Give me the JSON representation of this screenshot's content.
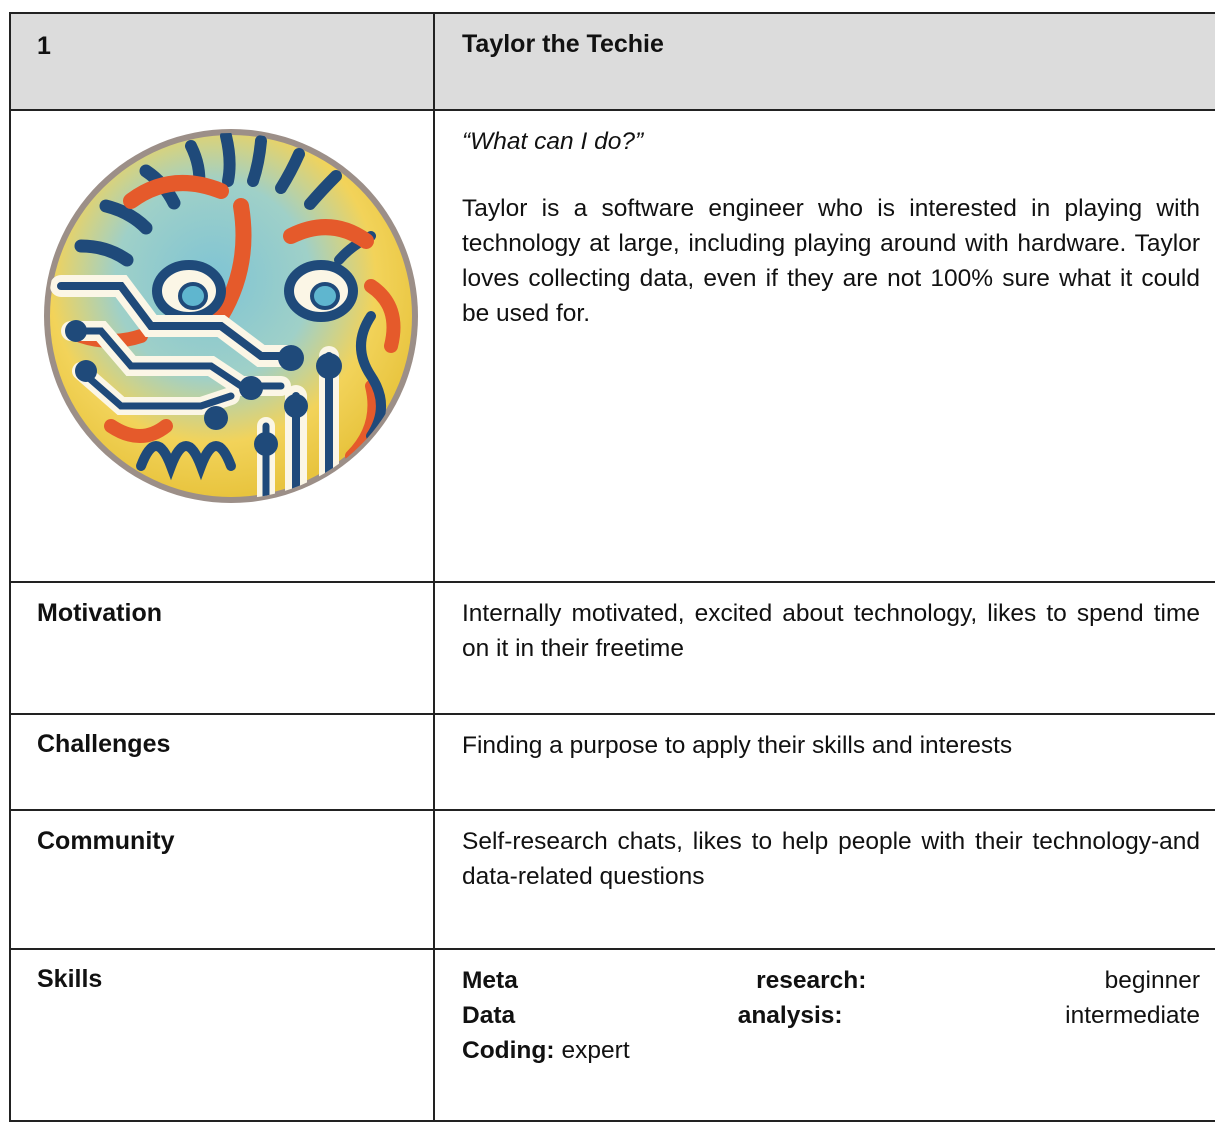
{
  "header": {
    "number": "1",
    "name": "Taylor the Techie"
  },
  "persona": {
    "quote": "“What can I do?”",
    "description": "Taylor is a software engineer who is interested in playing with technology at large, including playing around with hardware. Taylor loves collecting data, even if they are not 100% sure what it could be used for.",
    "avatar_icon": "sun-face-circuit-icon"
  },
  "motivation": {
    "label": "Motivation",
    "text": "Internally motivated, excited about technology, likes to spend time on it in their freetime"
  },
  "challenges": {
    "label": "Challenges",
    "text": "Finding a purpose to apply their skills and interests"
  },
  "community": {
    "label": "Community",
    "text": "Self-research chats, likes to help people with their technology-and data-related questions"
  },
  "skills": {
    "label": "Skills",
    "items": [
      {
        "w1": "Meta",
        "w2": "research:",
        "value": "beginner"
      },
      {
        "w1": "Data",
        "w2": "analysis:",
        "value": "intermediate"
      },
      {
        "w1": "Coding:",
        "value": "expert"
      }
    ]
  }
}
